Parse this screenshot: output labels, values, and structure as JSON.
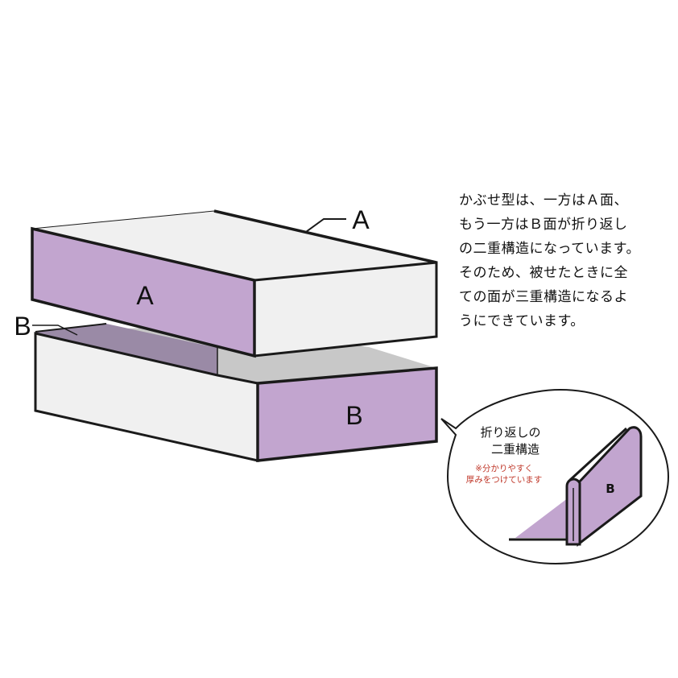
{
  "labels": {
    "a_face": "A",
    "a_pointer": "A",
    "b_face": "B",
    "b_pointer": "B",
    "detail_face": "B"
  },
  "description": {
    "lines": [
      "かぶせ型は、一方はＡ面、",
      "もう一方はＢ面が折り返し",
      "の二重構造になっています。",
      "そのため、被せたときに全",
      "ての面が三重構造になるよ",
      "うにできています。"
    ]
  },
  "callout": {
    "title_line1": "折り返しの",
    "title_line2": "二重構造",
    "note_line1": "※分かりやすく",
    "note_line2": "厚みをつけています"
  },
  "colors": {
    "face_purple": "#c2a5cf",
    "face_purple_dark": "#9a8aa6",
    "face_light": "#f0f0f0",
    "inner_gray": "#c8c8c8",
    "outline": "#1a1a1a",
    "note_red": "#c0392b"
  }
}
